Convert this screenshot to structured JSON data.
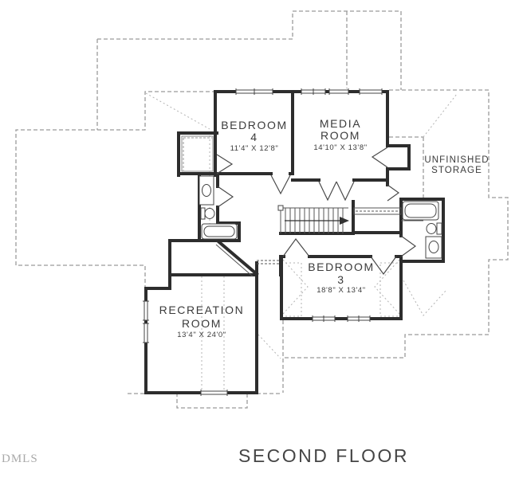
{
  "rooms": {
    "bedroom4": {
      "line1": "BEDROOM",
      "line2": "4",
      "dims": "11'4\" X 12'8\""
    },
    "media_room": {
      "line1": "MEDIA",
      "line2": "ROOM",
      "dims": "14'10\" X 13'8\""
    },
    "unfinished_storage": {
      "line1": "UNFINISHED",
      "line2": "STORAGE",
      "dims": ""
    },
    "bedroom3": {
      "line1": "BEDROOM",
      "line2": "3",
      "dims": "18'8\" X 13'4\""
    },
    "recreation_room": {
      "line1": "RECREATION",
      "line2": "ROOM",
      "dims": "13'4\" X 24'0\""
    }
  },
  "footer": {
    "title": "SECOND FLOOR",
    "watermark": "DMLS"
  },
  "colors": {
    "wall": "#2d2d2d",
    "thin_line": "#555555",
    "roofline_dash": "#9b9b9b",
    "ceiling_dot": "#b3b3b3",
    "text": "#3b3b3b",
    "title": "#454545",
    "watermark": "#a9a9a9"
  }
}
